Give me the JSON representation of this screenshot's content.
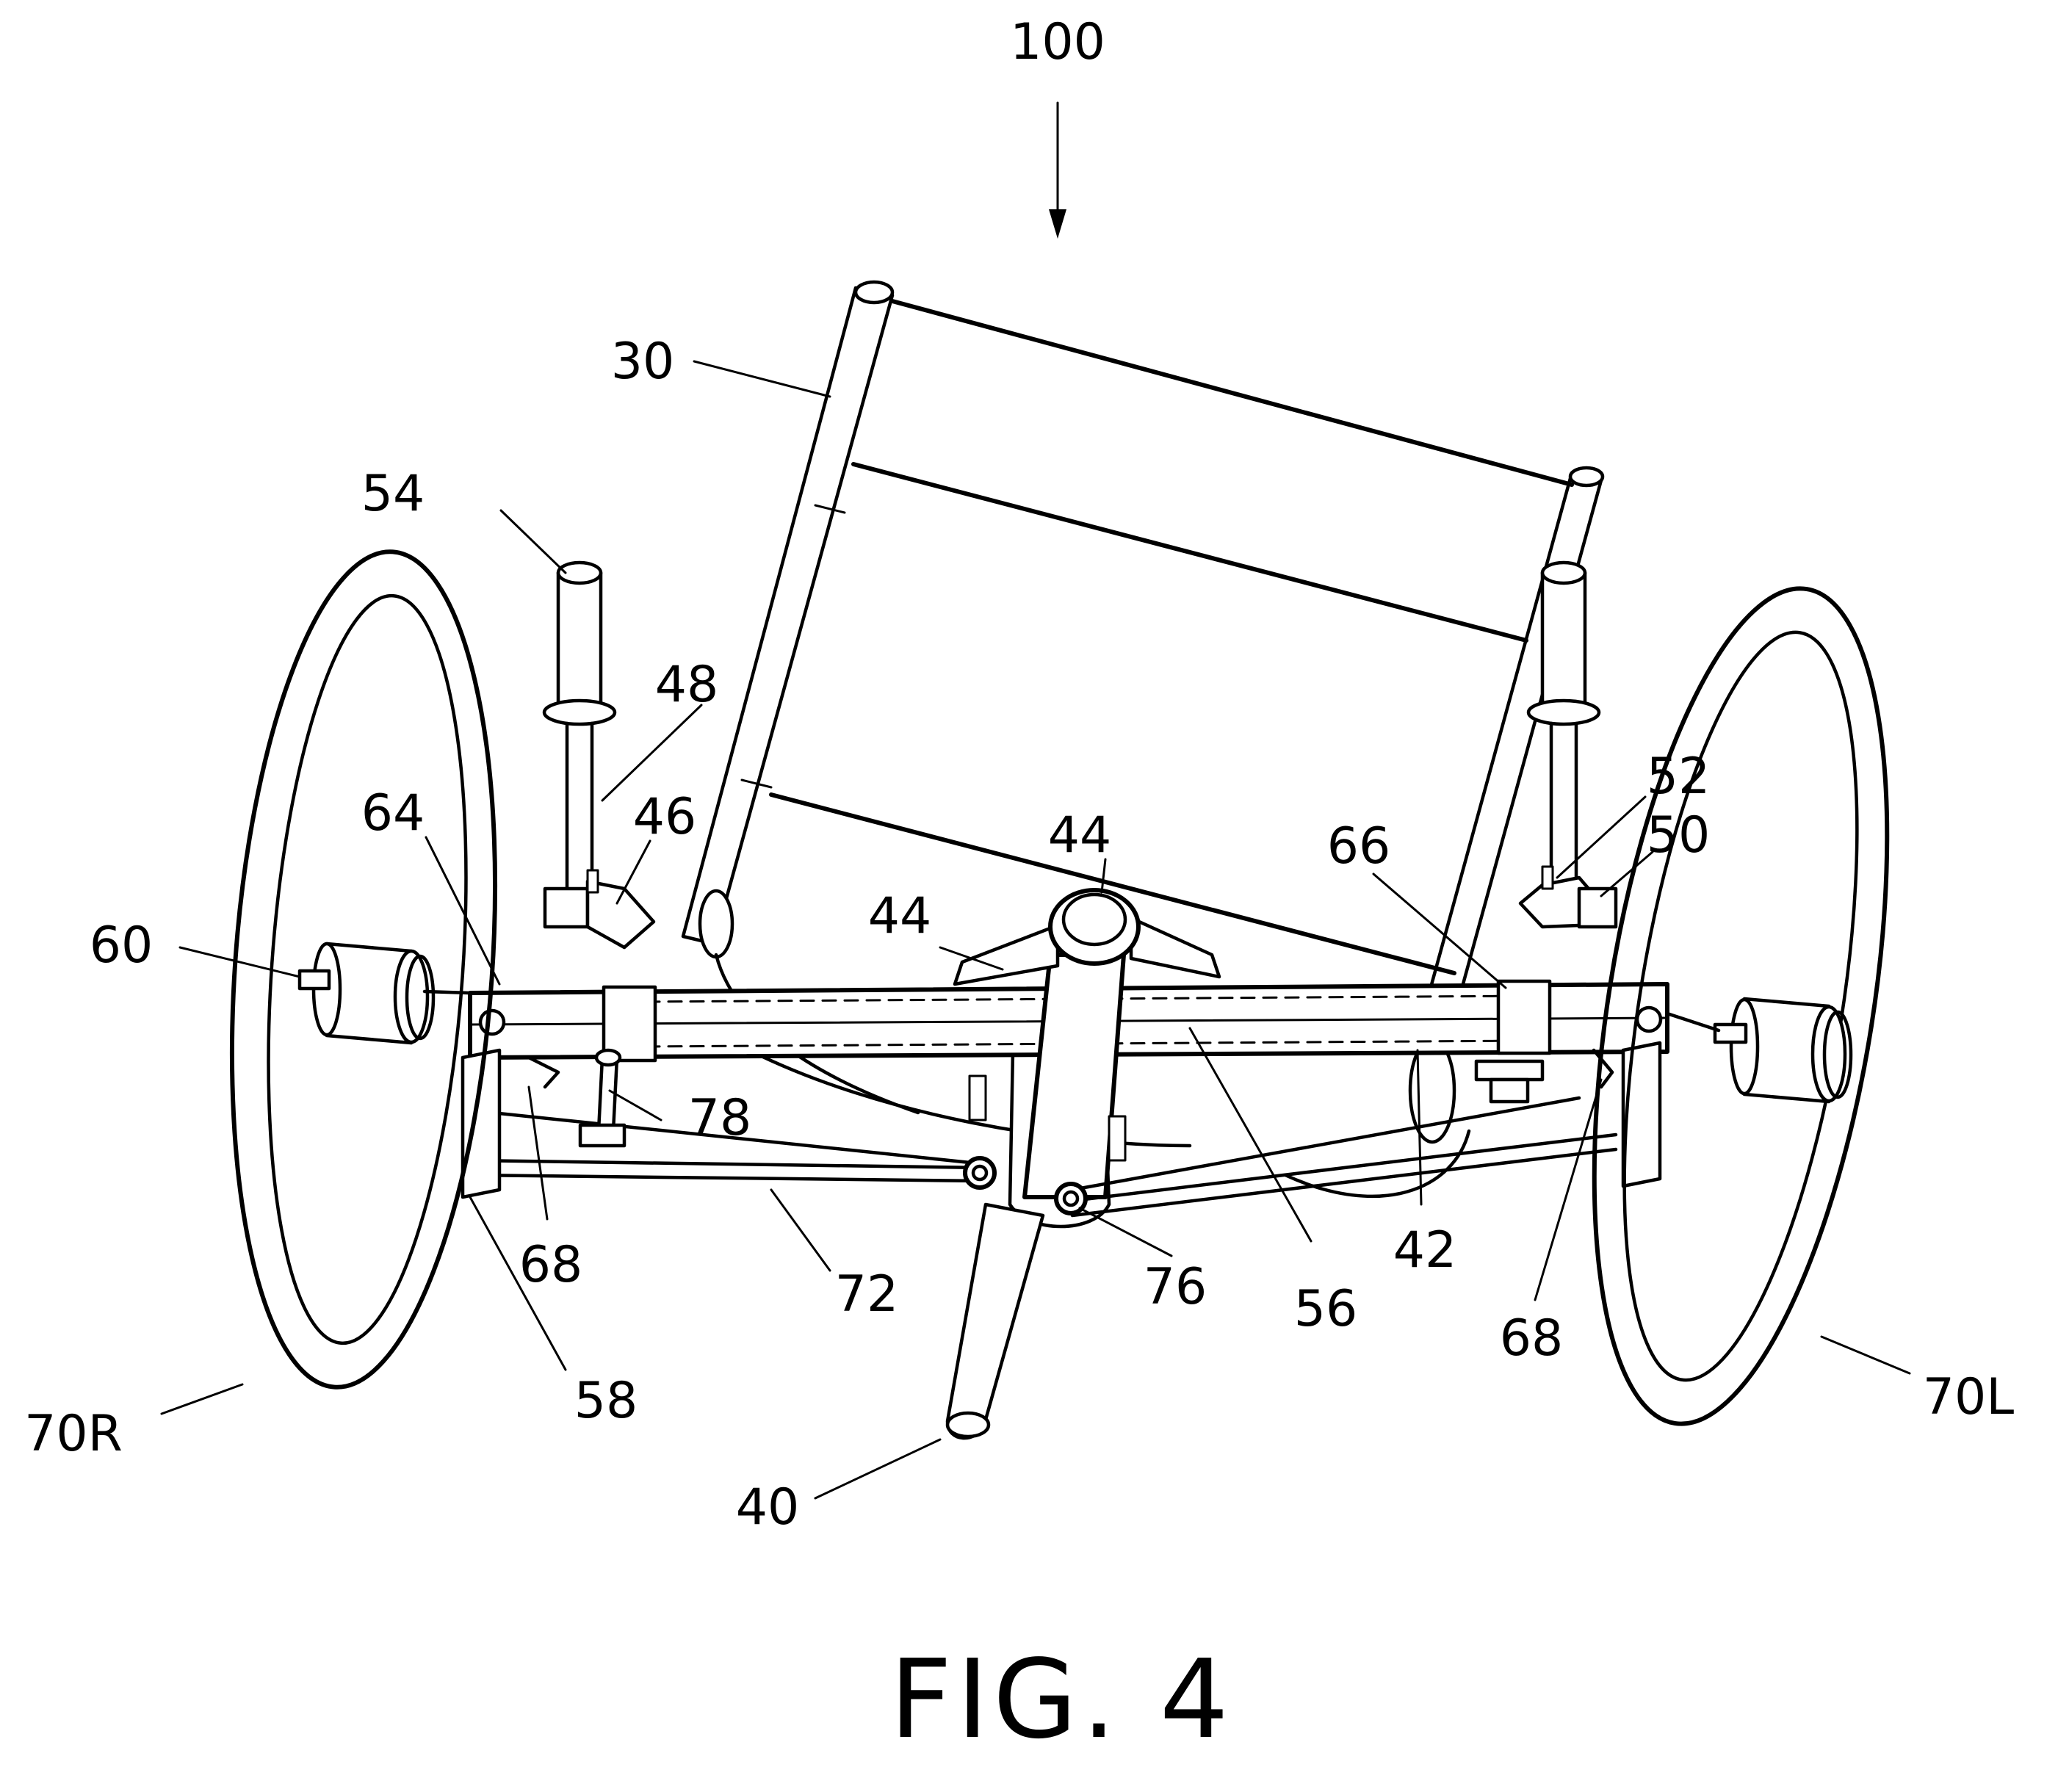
{
  "figure": {
    "caption": "FIG. 4",
    "reference_numerals": {
      "n100": "100",
      "n30": "30",
      "n54": "54",
      "n48": "48",
      "n46": "46",
      "n64": "64",
      "n60": "60",
      "n44a": "44",
      "n44b": "44",
      "n66": "66",
      "n52": "52",
      "n50": "50",
      "n78": "78",
      "n68a": "68",
      "n68b": "68",
      "n72": "72",
      "n76": "76",
      "n56": "56",
      "n42": "42",
      "n58": "58",
      "n70R": "70R",
      "n70L": "70L",
      "n40": "40"
    }
  }
}
